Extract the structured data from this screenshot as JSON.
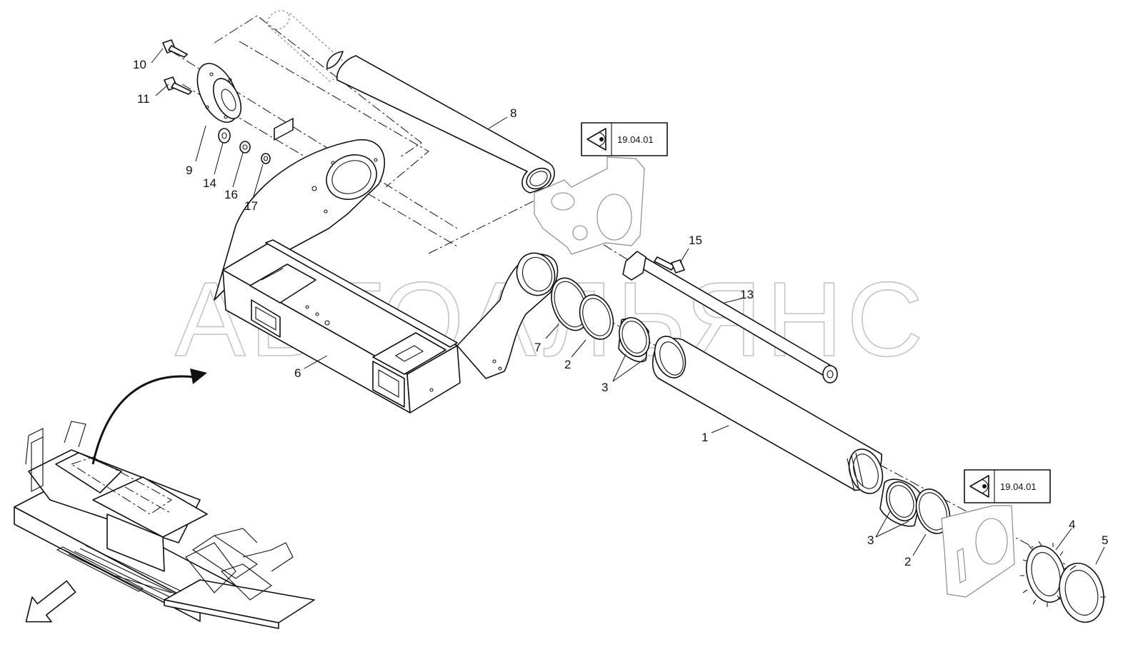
{
  "watermark": "АВТОАЛЬЯНС",
  "ref_boxes": [
    {
      "label": "19.04.01",
      "icon": "eye-view-icon"
    },
    {
      "label": "19.04.01",
      "icon": "eye-view-icon"
    }
  ],
  "callouts": {
    "c10": "10",
    "c11": "11",
    "c9": "9",
    "c14": "14",
    "c16": "16",
    "c17": "17",
    "c8": "8",
    "c6": "6",
    "c7": "7",
    "c2a": "2",
    "c3a": "3",
    "c15": "15",
    "c13": "13",
    "c1": "1",
    "c3b": "3",
    "c2b": "2",
    "c4": "4",
    "c5": "5"
  },
  "colors": {
    "line": "#111111",
    "watermark": "#c4c4c4",
    "ghost": "#8a8a8a"
  }
}
